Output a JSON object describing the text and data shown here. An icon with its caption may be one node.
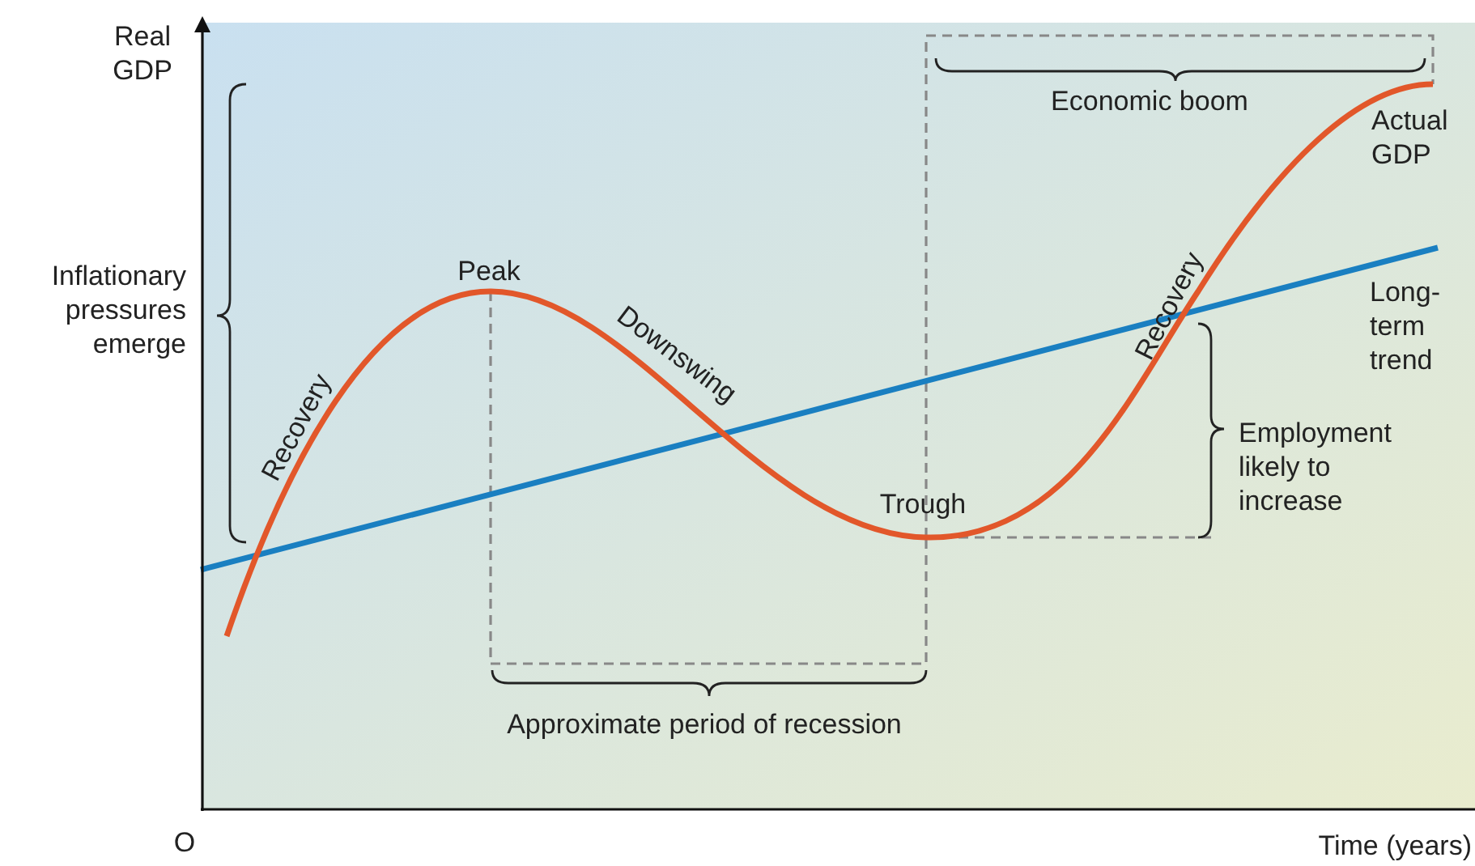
{
  "diagram": {
    "labels": [
      "Real GDP",
      "Inflationary pressures emerge",
      "Peak",
      "Recovery",
      "Downswing",
      "Trough",
      "Economic boom",
      "Actual GDP",
      "Recovery",
      "Long-term trend",
      "Employment likely to increase",
      "Approximate period of recession",
      "O",
      "Time (years)"
    ]
  }
}
